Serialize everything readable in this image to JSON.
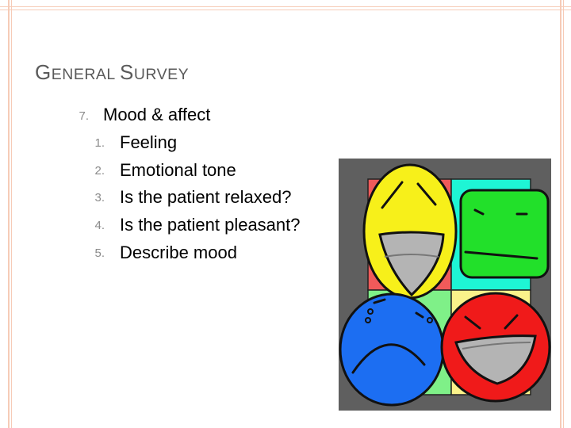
{
  "slide": {
    "title": {
      "first_big": "G",
      "first_small": "ENERAL ",
      "second_big": "S",
      "second_small": "URVEY"
    },
    "main_item": {
      "number": "7.",
      "text": "Mood  & affect"
    },
    "subitems": [
      {
        "number": "1.",
        "text": "Feeling"
      },
      {
        "number": "2.",
        "text": "Emotional tone"
      },
      {
        "number": "3.",
        "text": "Is the patient relaxed?"
      },
      {
        "number": "4.",
        "text": "Is the patient pleasant?"
      },
      {
        "number": "5.",
        "text": "Describe mood"
      }
    ]
  },
  "colors": {
    "frame": "#f6cbb7",
    "title": "#5a5a5a",
    "number": "#8a8a8a",
    "art_background": "#5f5f5f",
    "face_yellow": "#f7f01a",
    "face_green": "#22e02a",
    "face_blue": "#1c6ef2",
    "face_red": "#f01a1a",
    "quadrant_red": "#f05a5a",
    "quadrant_cyan": "#1ef5d5",
    "quadrant_green": "#7ff088",
    "quadrant_yellow": "#faf28a",
    "mouth_gray": "#b4b4b4"
  },
  "artwork": {
    "name": "four-mood-faces-illustration",
    "faces": [
      "happy-yellow-face",
      "neutral-green-face",
      "sad-blue-face",
      "laughing-red-face"
    ]
  }
}
